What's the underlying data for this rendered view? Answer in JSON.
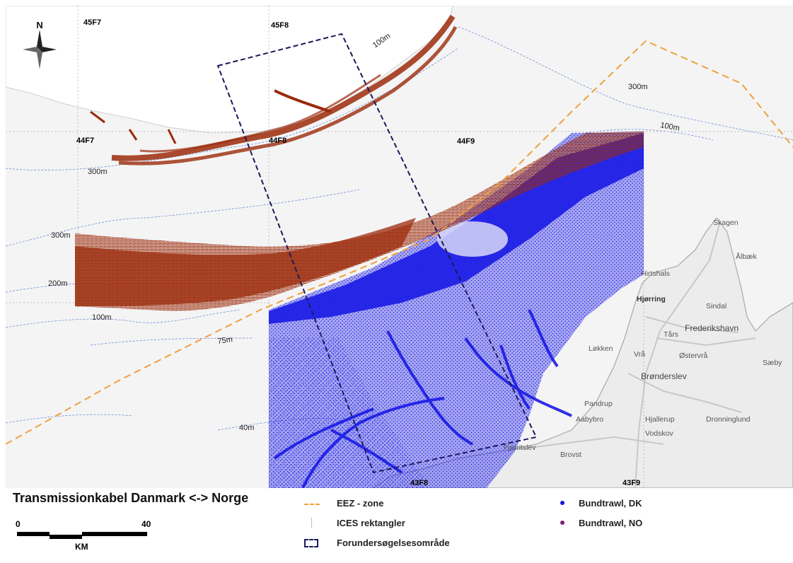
{
  "map": {
    "north_label": "N",
    "ices_labels": [
      "45F7",
      "45F8",
      "44F7",
      "44F8",
      "44F9",
      "43F8",
      "43F9"
    ],
    "depth_labels": [
      "100m",
      "300m",
      "100m",
      "300m",
      "300m",
      "200m",
      "100m",
      "75m",
      "40m"
    ],
    "place_names": [
      "Skagen",
      "Ålbæk",
      "Hirtshals",
      "Hjørring",
      "Sindal",
      "Frederikshavn",
      "Tårs",
      "Løkken",
      "Vrå",
      "Østervrå",
      "Sæby",
      "Brønderslev",
      "Pandrup",
      "Aabybro",
      "Hjallerup",
      "Dronninglund",
      "Vodskov",
      "Fjerritslev",
      "Brovst"
    ]
  },
  "legend": {
    "title": "Transmissionkabel Danmark <-> Norge",
    "scale_start": "0",
    "scale_end": "40",
    "scale_unit": "KM",
    "items": [
      {
        "label": "EEZ - zone",
        "color": "#f0a040"
      },
      {
        "label": "ICES rektangler",
        "color": "#bbbbbb"
      },
      {
        "label": "Forundersøgelsesområde",
        "color": "#1a1a5e"
      },
      {
        "label": "Bundtrawl, DK",
        "color": "#1515e0"
      },
      {
        "label": "Bundtrawl, NO",
        "color": "#7b1f7b"
      }
    ]
  },
  "colors": {
    "trawl_dk": "#1a1ae6",
    "trawl_no_map": "#9b2a0a",
    "land": "#ececec",
    "sea": "#ffffff",
    "eez": "#f0a040",
    "survey_area": "#1a1a5e"
  }
}
